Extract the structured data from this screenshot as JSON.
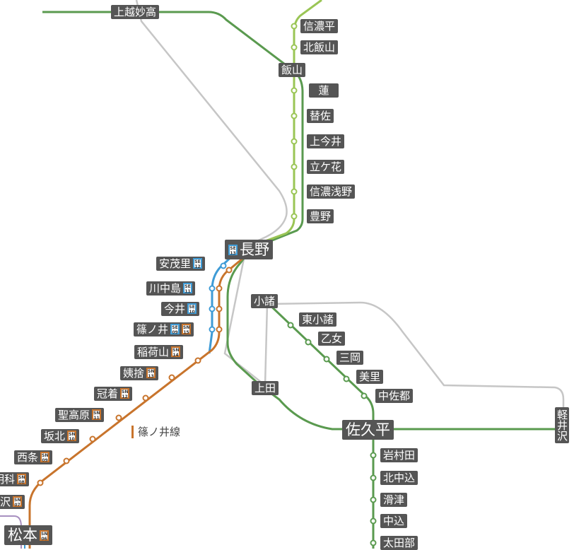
{
  "colors": {
    "shinetsu": "#5a9a4f",
    "iiyama": "#9ac555",
    "shinonoi": "#c8742c",
    "koumi": "#5a9a4f",
    "shinkansen": "#c6c6c6",
    "nagano_dentetsu": "#3e9bd6",
    "label_bg": "#555555"
  },
  "stations": {
    "joetsumyoko": "上越妙高",
    "shinanodaira": "信濃平",
    "kitaiiyama": "北飯山",
    "iiyama": "飯山",
    "hachisu": "蓮",
    "kaesa": "替佐",
    "kamiimai": "上今井",
    "tategahana": "立ケ花",
    "shinanoasano": "信濃浅野",
    "toyono": "豊野",
    "nagano": "長野",
    "amori": "安茂里",
    "kawanakajima": "川中島",
    "imai": "今井",
    "shinonoi": "篠ノ井",
    "inariyama": "稲荷山",
    "obasute": "姨捨",
    "kamuriki": "冠着",
    "hijirikogen": "聖高原",
    "sakakita": "坂北",
    "nishijo": "西条",
    "akashina": "明科",
    "tazawa": "沢",
    "matsumoto": "松本",
    "komoro": "小諸",
    "higashikomoro": "東小諸",
    "otome": "乙女",
    "mitsuoka": "三岡",
    "misato": "美里",
    "nakasato": "中佐都",
    "ueda": "上田",
    "sakudaira": "佐久平",
    "karuizawa": "軽井沢",
    "iwamurada": "岩村田",
    "kitanakagome": "北中込",
    "namerizu": "滑津",
    "nakagome": "中込",
    "otabe": "太田部"
  },
  "codes": {
    "nagano": [
      "SE",
      "13"
    ],
    "amori": [
      "SE",
      "12"
    ],
    "kawanakajima": [
      "SE",
      "11"
    ],
    "imai": [
      "SE",
      "10"
    ],
    "shinonoi_a": [
      "SE",
      "09"
    ],
    "shinonoi_b": [
      "SN",
      "15"
    ],
    "inariyama": [
      "SN",
      "14"
    ],
    "obasute": [
      "SN",
      "13"
    ],
    "kamuriki": [
      "SN",
      "12"
    ],
    "hijirikogen": [
      "SN",
      "11"
    ],
    "sakakita": [
      "SN",
      "10"
    ],
    "nishijo": [
      "SN",
      "09"
    ],
    "akashina": [
      "SN",
      "08"
    ],
    "tazawa": [
      "SN",
      "07"
    ],
    "matsumoto": [
      "SN",
      "06"
    ]
  },
  "legend": {
    "shinonoi_line": "篠ノ井線"
  }
}
